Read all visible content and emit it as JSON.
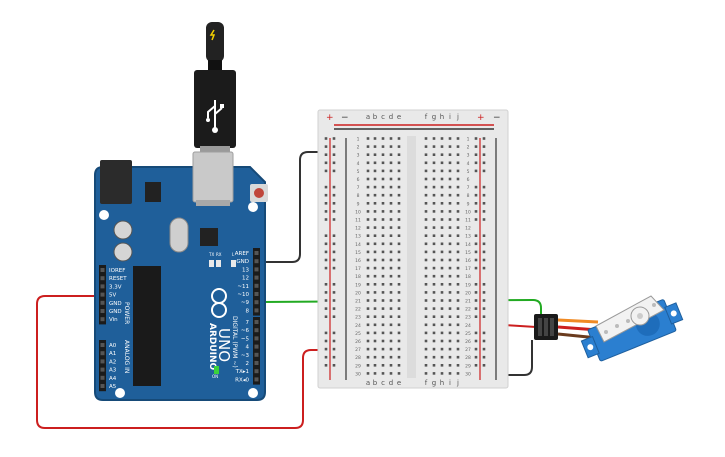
{
  "arduino": {
    "brand": "ARDUINO",
    "model": "UNO",
    "power_header_label": "POWER",
    "analog_header_label": "ANALOG IN",
    "digital_header_label": "DIGITAL (PWM ~)",
    "power_pins": [
      "IOREF",
      "RESET",
      "3.3V",
      "5V",
      "GND",
      "GND",
      "Vin"
    ],
    "analog_pins": [
      "A0",
      "A1",
      "A2",
      "A3",
      "A4",
      "A5"
    ],
    "digital_top_pins": [
      "AREF",
      "GND",
      "13",
      "12",
      "~11",
      "~10",
      "~9",
      "8"
    ],
    "digital_bottom_pins": [
      "7",
      "~6",
      "~5",
      "4",
      "~3",
      "2",
      "TX▸1",
      "RX◂0"
    ],
    "led_labels": [
      "TX",
      "RX",
      "L"
    ],
    "on_label": "ON"
  },
  "breadboard": {
    "column_labels_left": [
      "a",
      "b",
      "c",
      "d",
      "e"
    ],
    "column_labels_right": [
      "f",
      "g",
      "h",
      "i",
      "j"
    ],
    "rail_plus": "+",
    "rail_minus": "−",
    "row_numbers": [
      "1",
      "2",
      "3",
      "4",
      "5",
      "6",
      "7",
      "8",
      "9",
      "10",
      "11",
      "12",
      "13",
      "14",
      "15",
      "16",
      "17",
      "18",
      "19",
      "20",
      "21",
      "22",
      "23",
      "24",
      "25",
      "26",
      "27",
      "28",
      "29",
      "30"
    ]
  },
  "wires": [
    {
      "id": "gnd-wire",
      "color": "#333333",
      "from": "GND",
      "to": "breadboard row 3"
    },
    {
      "id": "signal-wire",
      "color": "#22aa22",
      "from": "~9",
      "to": "servo signal"
    },
    {
      "id": "power-wire",
      "color": "#cc1f1f",
      "from": "5V",
      "to": "breadboard row 27"
    },
    {
      "id": "servo-power",
      "color": "#cc1f1f",
      "from": "breadboard row 24",
      "to": "servo power"
    },
    {
      "id": "servo-ground",
      "color": "#333333",
      "from": "breadboard row 30",
      "to": "servo ground"
    }
  ],
  "colors": {
    "board": "#1f5f9a",
    "board_edge": "#164a78",
    "breadboard": "#e9e9e9",
    "rail_red": "#cc1f1f",
    "rail_black": "#333333",
    "servo": "#2b7fd0"
  },
  "icons": [
    "usb-cable-icon",
    "usb-symbol-icon",
    "arduino-logo-icon",
    "servo-motor-icon"
  ]
}
